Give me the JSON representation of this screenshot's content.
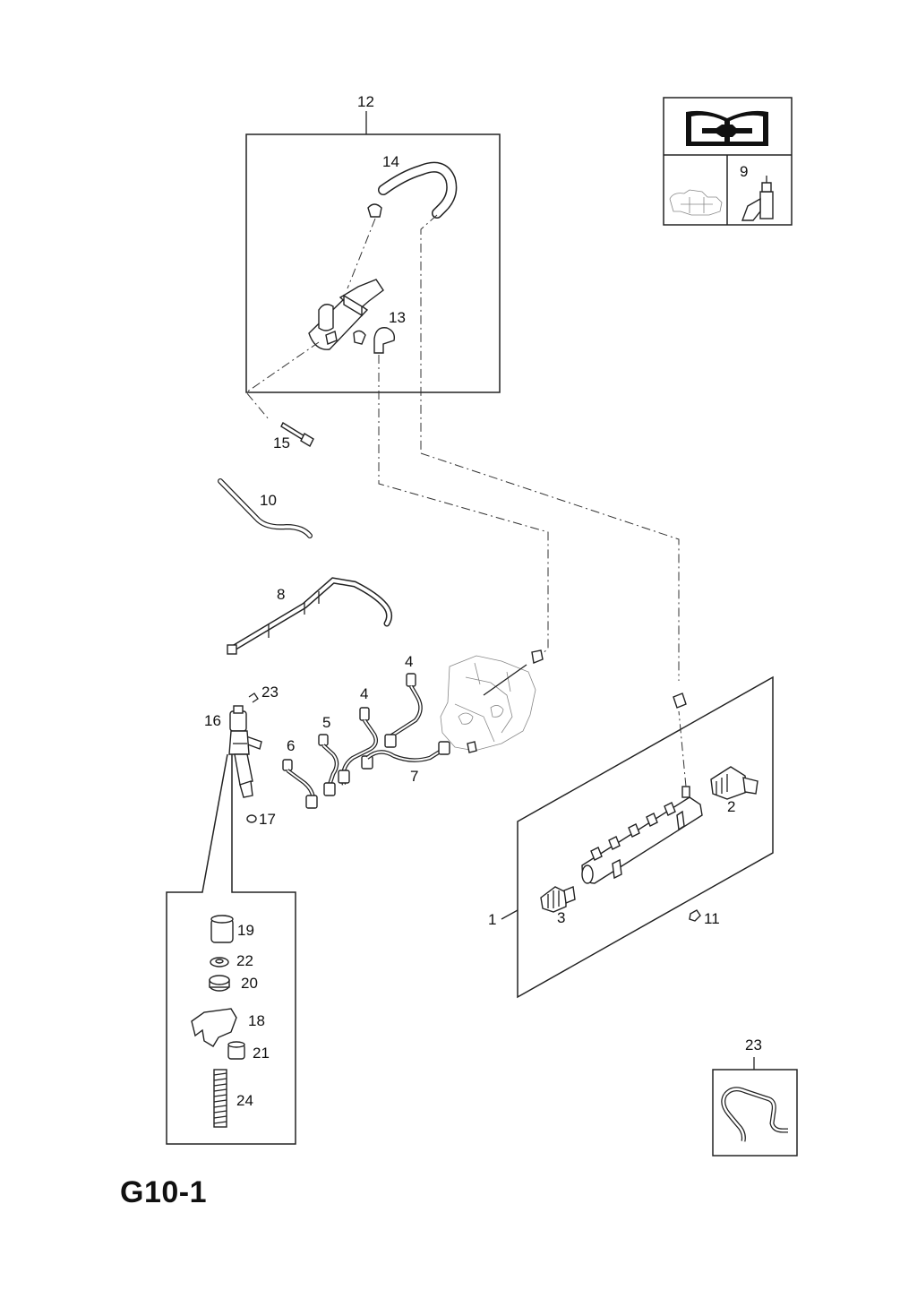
{
  "page": {
    "code": "G10-1"
  },
  "callouts": {
    "c1": "1",
    "c2": "2",
    "c3": "3",
    "c4a": "4",
    "c4b": "4",
    "c5": "5",
    "c6": "6",
    "c7": "7",
    "c8": "8",
    "c9": "9",
    "c10": "10",
    "c11": "11",
    "c12": "12",
    "c13": "13",
    "c14": "14",
    "c15": "15",
    "c16": "16",
    "c17": "17",
    "c18": "18",
    "c19": "19",
    "c20": "20",
    "c21": "21",
    "c22": "22",
    "c23a": "23",
    "c23b": "23",
    "c24": "24"
  },
  "icons": {
    "manual": "repair-manual-icon",
    "engine": "engine-outline-icon",
    "sensor": "sensor-part-icon"
  }
}
